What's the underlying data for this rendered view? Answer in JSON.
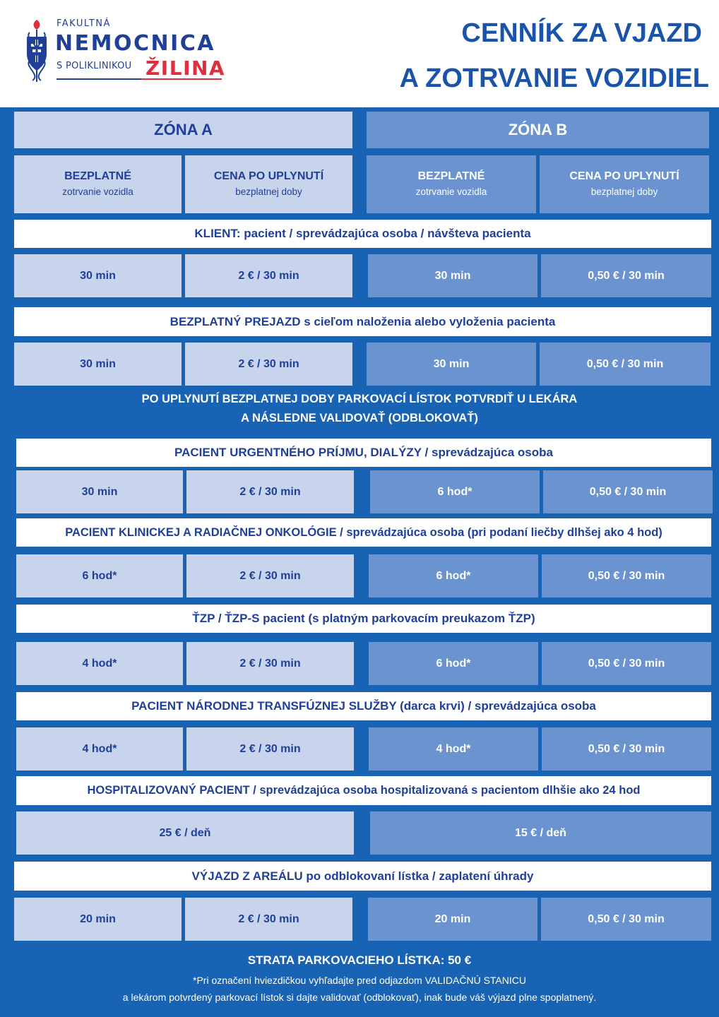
{
  "logo": {
    "top": "FAKULTNÁ",
    "main": "NEMOCNICA",
    "sub": "S POLIKLINIKOU",
    "city": "ŽILINA"
  },
  "title": {
    "line1": "CENNÍK ZA VJAZD",
    "line2": "A ZOTRVANIE VOZIDIEL"
  },
  "zones": {
    "a": "ZÓNA A",
    "b": "ZÓNA B"
  },
  "columns": {
    "free_l1": "BEZPLATNÉ",
    "free_l2": "zotrvanie vozidla",
    "price_l1": "CENA PO UPLYNUTÍ",
    "price_l2": "bezplatnej doby"
  },
  "sections": {
    "klient": {
      "title": "KLIENT: pacient / sprevádzajúca osoba / návšteva pacienta",
      "a_free": "30 min",
      "a_price": "2 € / 30 min",
      "b_free": "30 min",
      "b_price": "0,50 € / 30 min"
    },
    "prejazd": {
      "title": "BEZPLATNÝ PREJAZD s cieľom naloženia alebo vyloženia pacienta",
      "a_free": "30 min",
      "a_price": "2 € / 30 min",
      "b_free": "30 min",
      "b_price": "0,50 € / 30 min"
    },
    "note_line1": "PO UPLYNUTÍ BEZPLATNEJ DOBY PARKOVACÍ LÍSTOK POTVRDIŤ U LEKÁRA",
    "note_line2": "A NÁSLEDNE VALIDOVAŤ (ODBLOKOVAŤ)",
    "urgent": {
      "title": "PACIENT URGENTNÉHO PRÍJMU, DIALÝZY / sprevádzajúca osoba",
      "a_free": "30 min",
      "a_price": "2 € / 30 min",
      "b_free": "6 hod*",
      "b_price": "0,50 € / 30 min"
    },
    "onko": {
      "title": "PACIENT KLINICKEJ A RADIAČNEJ ONKOLÓGIE / sprevádzajúca osoba (pri podaní liečby dlhšej ako 4 hod)",
      "a_free": "6 hod*",
      "a_price": "2 € / 30 min",
      "b_free": "6 hod*",
      "b_price": "0,50 € / 30 min"
    },
    "ztp": {
      "title": "ŤZP / ŤZP-S pacient (s platným parkovacím preukazom ŤZP)",
      "a_free": "4 hod*",
      "a_price": "2 € / 30 min",
      "b_free": "6 hod*",
      "b_price": "0,50 € / 30 min"
    },
    "nts": {
      "title": "PACIENT NÁRODNEJ TRANSFÚZNEJ SLUŽBY (darca krvi) / sprevádzajúca osoba",
      "a_free": "4 hod*",
      "a_price": "2 € / 30 min",
      "b_free": "4 hod*",
      "b_price": "0,50 € / 30 min"
    },
    "hosp": {
      "title": "HOSPITALIZOVANÝ PACIENT / sprevádzajúca osoba hospitalizovaná s pacientom dlhšie ako 24 hod",
      "a_value": "25 € / deň",
      "b_value": "15 € / deň"
    },
    "vyjazd": {
      "title": "VÝJAZD Z AREÁLU po odblokovaní lístka / zaplatení úhrady",
      "a_free": "20 min",
      "a_price": "2 € / 30 min",
      "b_free": "20 min",
      "b_price": "0,50 € / 30 min"
    }
  },
  "footer": {
    "loss": "STRATA PARKOVACIEHO LÍSTKA: 50 €",
    "line1": "*Pri označení hviezdičkou vyhľadajte pred odjazdom VALIDAČNÚ STANICU",
    "line2": "a lekárom potvrdený parkovací lístok si dajte validovať (odblokovať), inak bude váš výjazd plne spoplatnený."
  },
  "colors": {
    "panel": "#1863b3",
    "zone_a": "#c8d4ec",
    "zone_b": "#6b93cf",
    "text_blue": "#1f3f99",
    "red": "#e02f3c"
  }
}
